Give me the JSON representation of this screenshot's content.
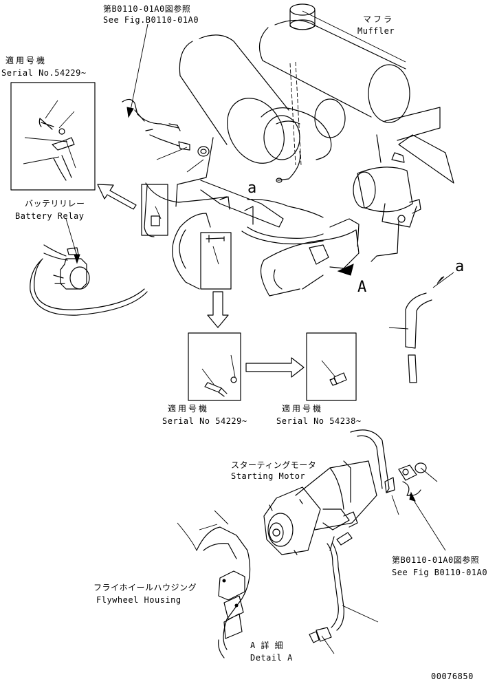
{
  "diagram": {
    "labels": {
      "ref_top_jp": "第B0110-01A0図参照",
      "ref_top_en": "See Fig.B0110-01A0",
      "muffler_jp": "マフラ",
      "muffler_en": "Muffler",
      "serial_left_jp": "適用号機",
      "serial_left_en": "Serial No.54229~",
      "battery_relay_jp": "バッテリリレー",
      "battery_relay_en": "Battery Relay",
      "letter_a_small_1": "a",
      "letter_a_small_2": "a",
      "letter_A_big": "A",
      "serial_mid1_jp": "適用号機",
      "serial_mid1_en": "Serial No 54229~",
      "serial_mid2_jp": "適用号機",
      "serial_mid2_en": "Serial No 54238~",
      "starting_motor_jp": "スターティングモータ",
      "starting_motor_en": "Starting Motor",
      "ref_bottom_jp": "第B0110-01A0図参照",
      "ref_bottom_en": "See Fig B0110-01A0",
      "flywheel_jp": "フライホイールハウジング",
      "flywheel_en": "Flywheel Housing",
      "detail_jp": "A 詳 細",
      "detail_en": "Detail A",
      "drawing_no": "00076850"
    }
  }
}
